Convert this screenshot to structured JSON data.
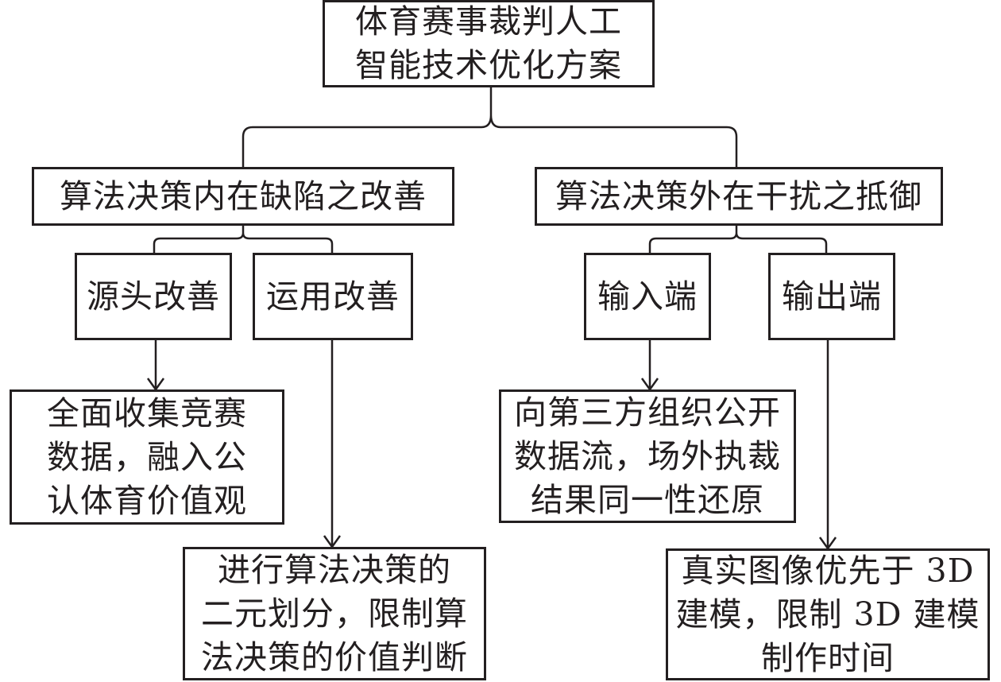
{
  "colors": {
    "ink": "#231f20",
    "background": "#ffffff"
  },
  "nodes": {
    "root": "体育赛事裁判人工\n智能技术优化方案",
    "left_branch": "算法决策内在缺陷之改善",
    "right_branch": "算法决策外在干扰之抵御",
    "source_improve": "源头改善",
    "use_improve": "运用改善",
    "input_end": "输入端",
    "output_end": "输出端",
    "source_detail": "全面收集竞赛\n数据，融入公\n认体育价值观",
    "use_detail": "进行算法决策的\n二元划分，限制算\n法决策的价值判断",
    "input_detail": "向第三方组织公开\n数据流，场外执裁\n结果同一性还原",
    "output_detail": "真实图像优先于 3D\n建模，限制 3D 建模\n制作时间"
  }
}
